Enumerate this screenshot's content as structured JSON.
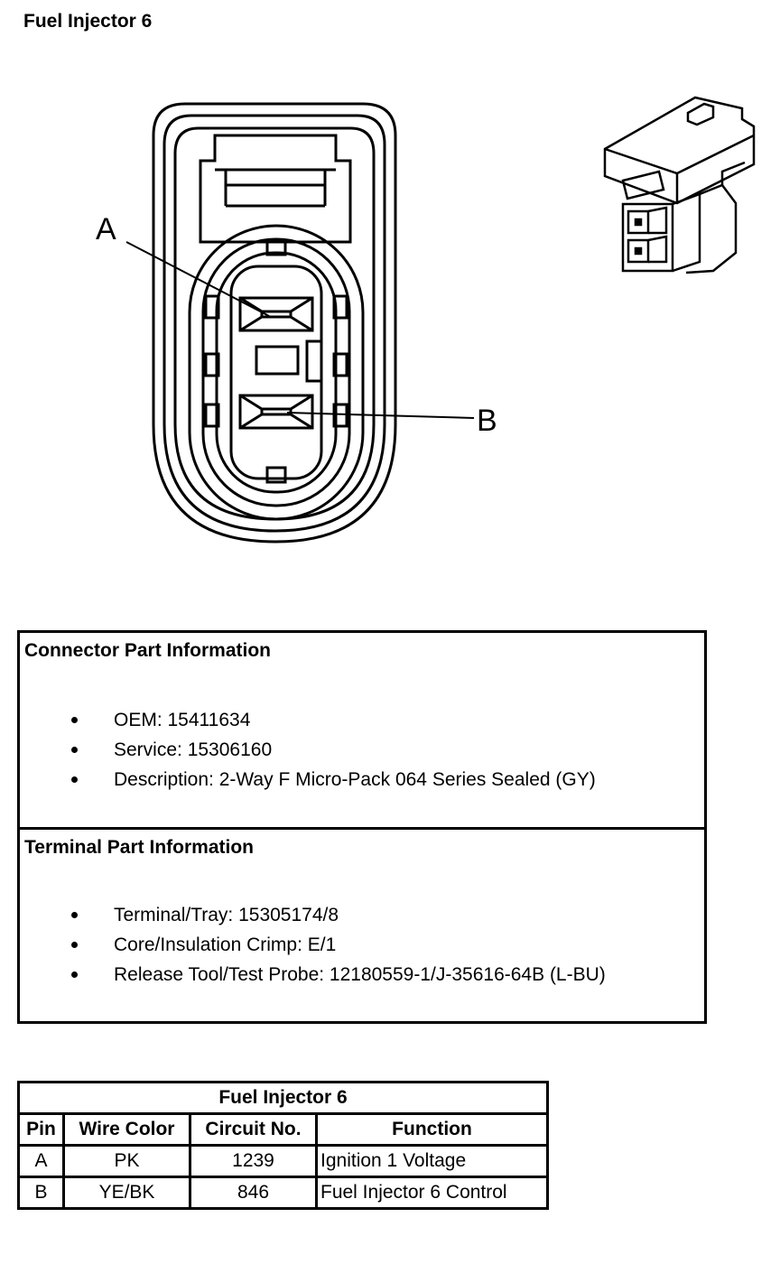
{
  "title": "Fuel Injector 6",
  "pin_labels": {
    "a": "A",
    "b": "B"
  },
  "connector_info": {
    "heading": "Connector Part Information",
    "items": [
      "OEM: 15411634",
      "Service: 15306160",
      "Description: 2-Way F Micro-Pack 064 Series Sealed (GY)"
    ]
  },
  "terminal_info": {
    "heading": "Terminal Part Information",
    "items": [
      "Terminal/Tray: 15305174/8",
      "Core/Insulation Crimp: E/1",
      "Release Tool/Test Probe: 12180559-1/J-35616-64B (L-BU)"
    ]
  },
  "pin_table": {
    "caption": "Fuel Injector 6",
    "headers": [
      "Pin",
      "Wire Color",
      "Circuit No.",
      "Function"
    ],
    "rows": [
      [
        "A",
        "PK",
        "1239",
        "Ignition 1 Voltage"
      ],
      [
        "B",
        "YE/BK",
        "846",
        "Fuel Injector 6 Control"
      ]
    ]
  }
}
